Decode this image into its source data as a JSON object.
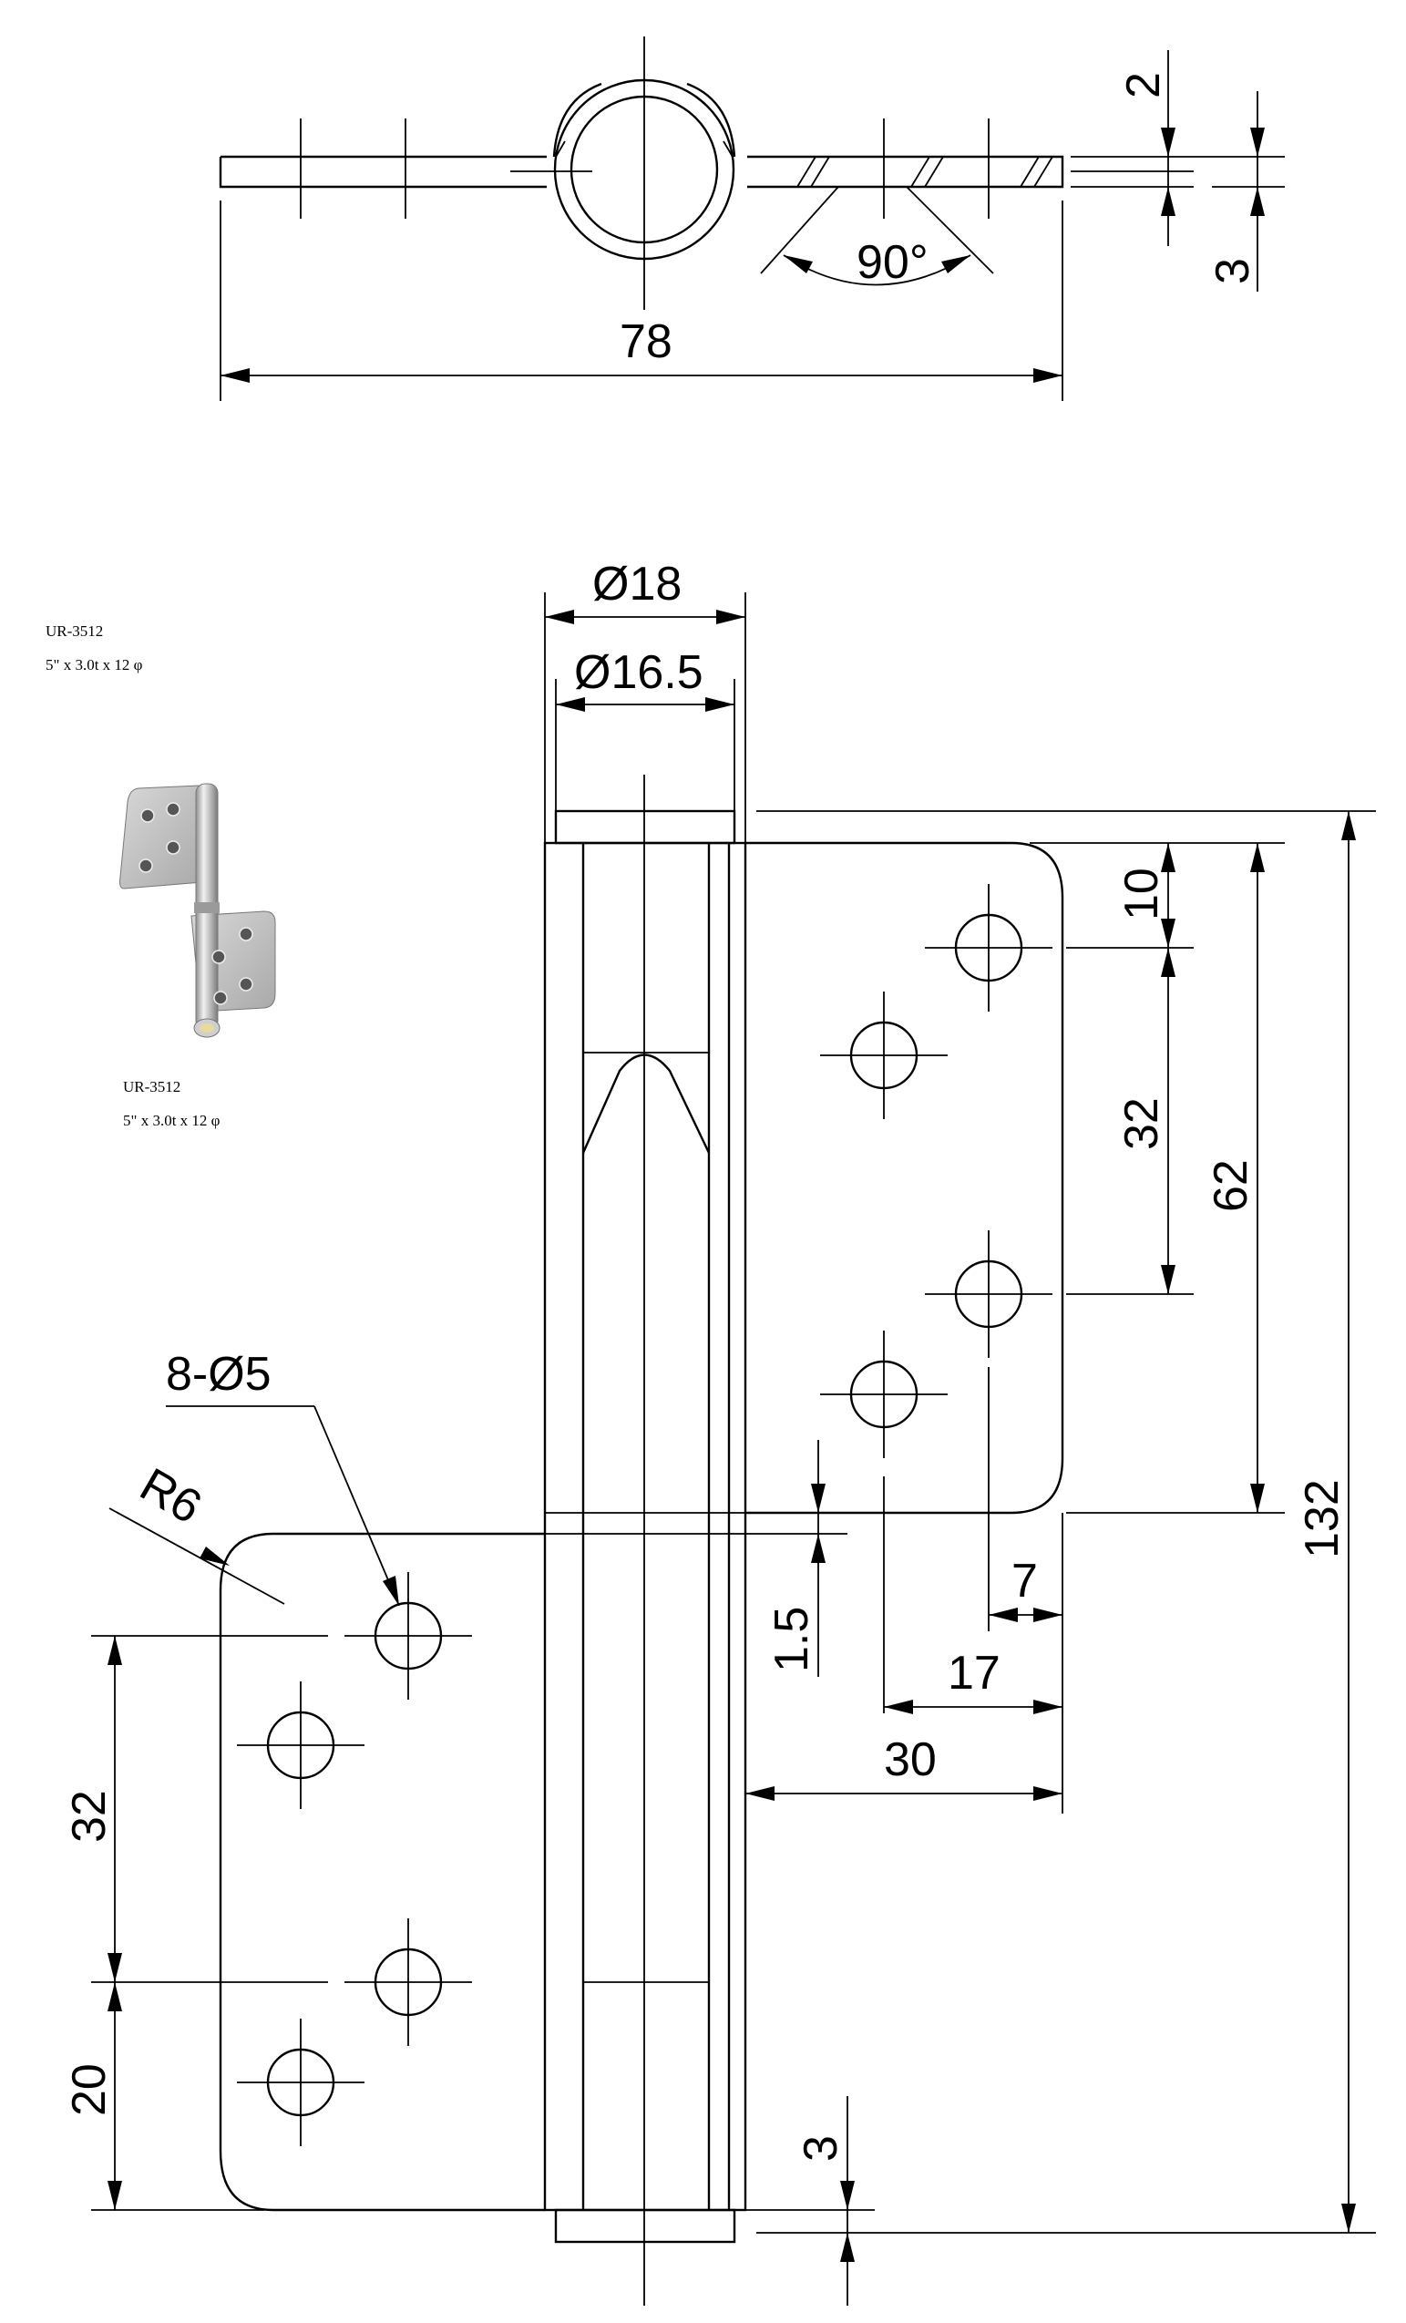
{
  "product": {
    "model": "UR-3512",
    "spec": "5\" x 3.0t x 12 φ"
  },
  "dimensions": {
    "top_view": {
      "width": "78",
      "thickness_upper": "2",
      "thickness_lower": "3",
      "angle": "90°"
    },
    "front_view": {
      "outer_diameter": "Ø18",
      "inner_diameter": "Ø16.5",
      "top_offset": "10",
      "hole_pitch_right": "32",
      "span_right": "62",
      "total_height": "132",
      "hole_spec": "8-Ø5",
      "corner_radius": "R6",
      "gap": "1.5",
      "edge_to_hole_1": "7",
      "edge_to_hole_2": "17",
      "leaf_width": "30",
      "hole_pitch_left": "32",
      "bottom_offset": "20",
      "bottom_gap": "3"
    }
  }
}
